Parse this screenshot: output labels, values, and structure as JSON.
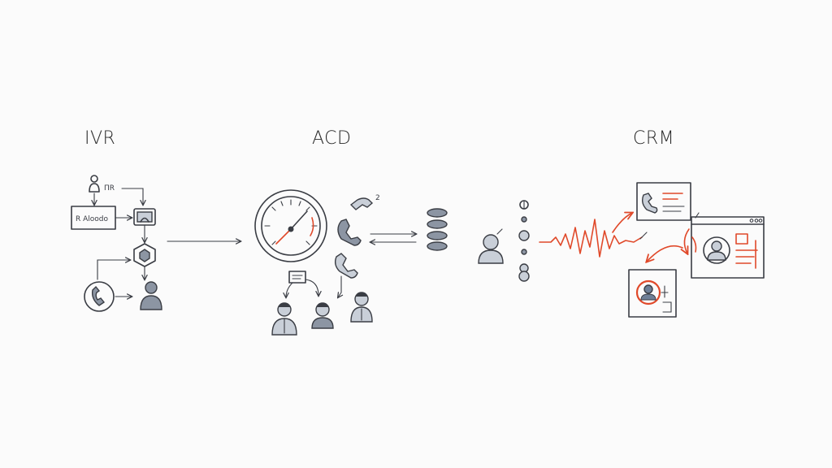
{
  "sections": {
    "ivr": {
      "title": "IVR",
      "menu_box_label": "R Aloodo",
      "prompt_label": "ΠR"
    },
    "acd": {
      "title": "ACD"
    },
    "crm": {
      "title": "CRM"
    }
  },
  "colors": {
    "ink": "#3a3d44",
    "accent": "#e0492a",
    "fill_grey": "#8c95a3",
    "fill_light": "#c9cfd8"
  },
  "icons": [
    "person-icon",
    "menu-box-icon",
    "monitor-icon",
    "hexagon-icon",
    "phone-icon",
    "agent-icon",
    "gauge-icon",
    "database-icon",
    "waveform-icon",
    "contact-card-icon",
    "browser-window-icon"
  ]
}
